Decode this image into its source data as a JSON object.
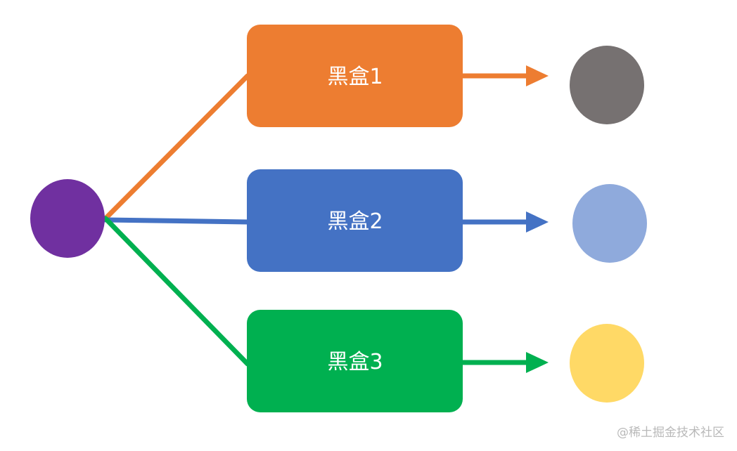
{
  "diagram": {
    "source_node": {
      "color": "#7030A0"
    },
    "branches": [
      {
        "label": "黑盒1",
        "color": "#ED7D31",
        "output_color": "#767171"
      },
      {
        "label": "黑盒2",
        "color": "#4472C4",
        "output_color": "#8FAADC"
      },
      {
        "label": "黑盒3",
        "color": "#00B050",
        "output_color": "#FFD966"
      }
    ]
  },
  "watermark": "@稀土掘金技术社区"
}
